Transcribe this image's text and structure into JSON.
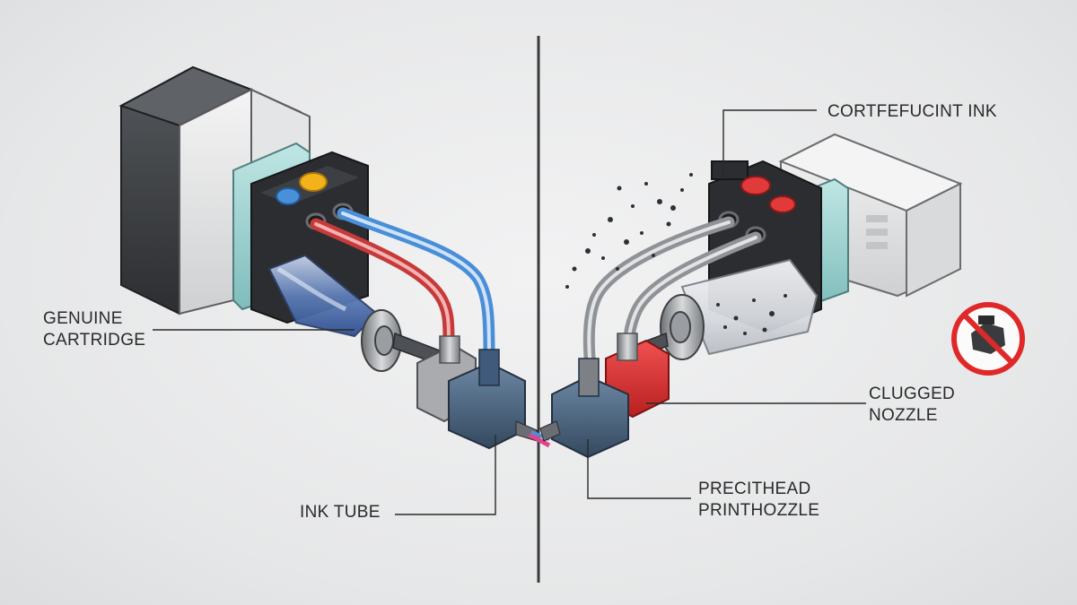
{
  "labels": {
    "genuine_line1": "GENUINE",
    "genuine_line2": "CARTRIDGE",
    "ink_tube": "INK TUBE",
    "counterfeit_ink": "CORTFEFUCINT INK",
    "clogged_line1": "CLUGGED",
    "clogged_line2": "NOZZLE",
    "printhead_line1": "PRECITHEAD",
    "printhead_line2": "PRINTHOZZLE"
  },
  "icons": {
    "prohibited": "no-printer-icon",
    "divider": "center-divider"
  },
  "colors": {
    "cyan_ink": "#4a90d9",
    "magenta_ink": "#e03a3a",
    "yellow_ink": "#f2b21a",
    "prohibited_red": "#e02828",
    "body_dark": "#3b3d40",
    "teal_housing": "#9fd4d2",
    "block_blue": "#4b6784"
  }
}
